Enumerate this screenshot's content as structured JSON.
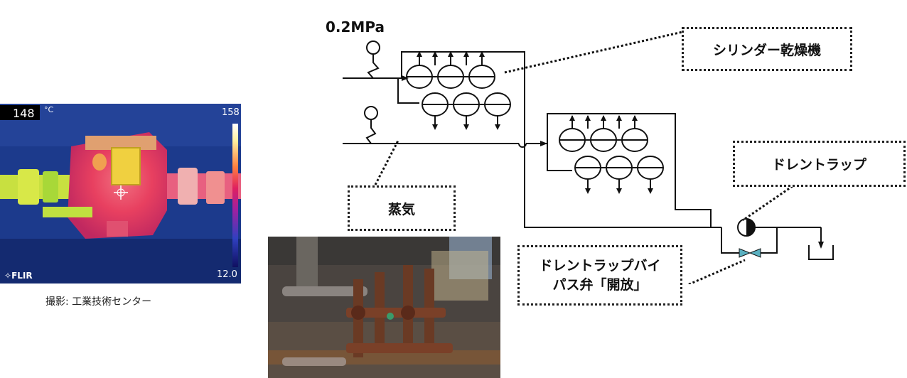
{
  "thermal": {
    "temperature": "148",
    "unit": "°C",
    "scale_max": "158",
    "scale_min": "12.0",
    "brand": "FLIR"
  },
  "caption": "撮影: 工業技術センター",
  "diagram": {
    "pressure": "0.2MPa",
    "labels": {
      "cylinder_dryer": "シリンダー乾燥機",
      "steam": "蒸気",
      "drain_trap": "ドレントラップ",
      "bypass_line1": "ドレントラップバイ",
      "bypass_line2": "パス弁「開放」"
    }
  },
  "colors": {
    "thermal_hot": "#e83a5c",
    "thermal_warm": "#f0e040",
    "thermal_cool": "#1a3a9c",
    "bypass_valve": "#5ab0c0"
  }
}
